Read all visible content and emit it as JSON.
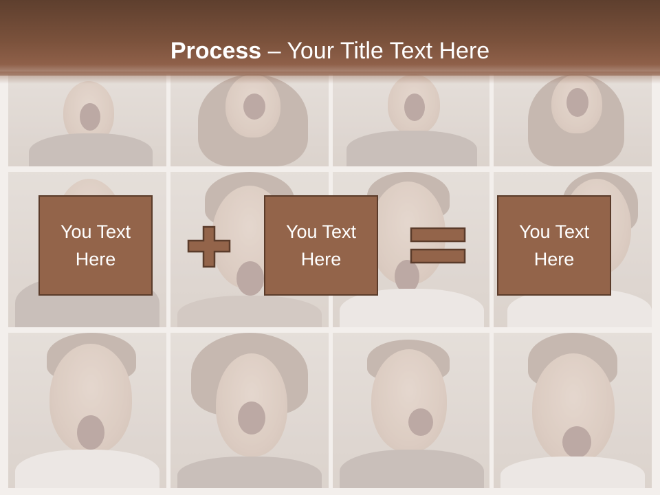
{
  "slide": {
    "title_bold": "Process",
    "title_rest": " – Your Title Text Here"
  },
  "process": {
    "boxes": [
      "You Text Here",
      "You Text Here",
      "You Text Here"
    ],
    "operators": [
      "plus-icon",
      "equals-icon"
    ]
  },
  "colors": {
    "header": "#7b523c",
    "box_fill": "#93644a",
    "box_border": "#5a3b2a",
    "background": "#f3efec"
  }
}
